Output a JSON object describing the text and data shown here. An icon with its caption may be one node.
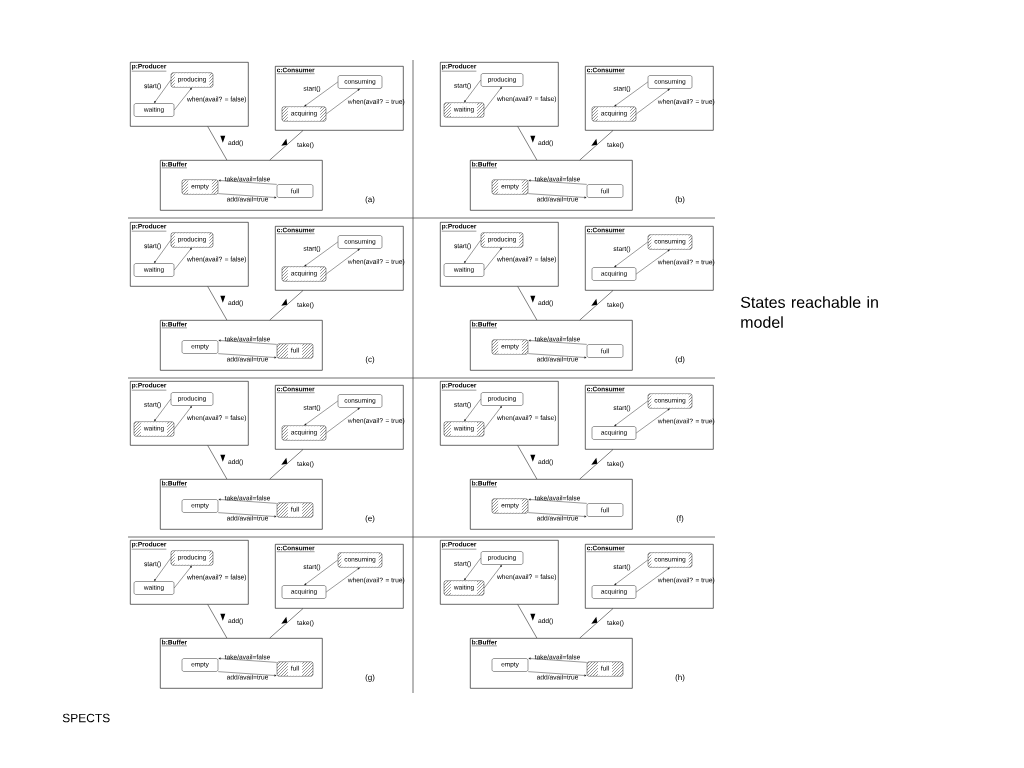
{
  "diagram": {
    "nodes": [
      {
        "text": [
          "p:Producer"
        ]
      },
      {
        "text": [
          "producing"
        ],
        "in": 0
      },
      {
        "text": [
          "waiting"
        ],
        "in": 0
      },
      {
        "text": [
          "c:Consumer"
        ]
      },
      {
        "text": [
          "consuming"
        ],
        "in": 3
      },
      {
        "text": [
          "acquiring"
        ],
        "in": 3
      },
      {
        "text": [
          "b:Buffer"
        ]
      },
      {
        "text": [
          "empty"
        ],
        "in": 6
      },
      {
        "text": [
          "full"
        ],
        "in": 6
      },
      {
        "text": [
          "p:Producer"
        ]
      },
      {
        "text": [
          "producing"
        ],
        "in": 9
      },
      {
        "text": [
          "waiting"
        ],
        "in": 9
      },
      {
        "text": [
          "c:Consumer"
        ]
      },
      {
        "text": [
          "consuming"
        ],
        "in": 12
      },
      {
        "text": [
          "acquiring"
        ],
        "in": 12
      },
      {
        "text": [
          "b:Buffer"
        ]
      },
      {
        "text": [
          "empty"
        ],
        "in": 15
      },
      {
        "text": [
          "full"
        ],
        "in": 15
      },
      {
        "text": [
          "p:Producer"
        ]
      },
      {
        "text": [
          "producing"
        ],
        "in": 18
      },
      {
        "text": [
          "waiting"
        ],
        "in": 18
      },
      {
        "text": [
          "c:Consumer"
        ]
      },
      {
        "text": [
          "consuming"
        ],
        "in": 21
      },
      {
        "text": [
          "acquiring"
        ],
        "in": 21
      },
      {
        "text": [
          "b:Buffer"
        ]
      },
      {
        "text": [
          "empty"
        ],
        "in": 24
      },
      {
        "text": [
          "full"
        ],
        "in": 24
      },
      {
        "text": [
          "p:Producer"
        ]
      },
      {
        "text": [
          "producing"
        ],
        "in": 27
      },
      {
        "text": [
          "waiting"
        ],
        "in": 27
      },
      {
        "text": [
          "c:Consumer"
        ]
      },
      {
        "text": [
          "consuming"
        ],
        "in": 30
      },
      {
        "text": [
          "acquiring"
        ],
        "in": 30
      },
      {
        "text": [
          "b:Buffer"
        ]
      },
      {
        "text": [
          "empty"
        ],
        "in": 33
      },
      {
        "text": [
          "full"
        ],
        "in": 33
      },
      {
        "text": [
          "p:Producer"
        ]
      },
      {
        "text": [
          "producing"
        ],
        "in": 36
      },
      {
        "text": [
          "waiting"
        ],
        "in": 36
      },
      {
        "text": [
          "c:Consumer"
        ]
      },
      {
        "text": [
          "consuming"
        ],
        "in": 39
      },
      {
        "text": [
          "acquiring"
        ],
        "in": 39
      },
      {
        "text": [
          "b:Buffer"
        ]
      },
      {
        "text": [
          "empty"
        ],
        "in": 42
      },
      {
        "text": [
          "full"
        ],
        "in": 42
      },
      {
        "text": [
          "p:Producer"
        ]
      },
      {
        "text": [
          "producing"
        ],
        "in": 45
      },
      {
        "text": [
          "waiting"
        ],
        "in": 45
      },
      {
        "text": [
          "c:Consumer"
        ]
      },
      {
        "text": [
          "consuming"
        ],
        "in": 48
      },
      {
        "text": [
          "acquiring"
        ],
        "in": 48
      },
      {
        "text": [
          "b:Buffer"
        ]
      },
      {
        "text": [
          "empty"
        ],
        "in": 51
      },
      {
        "text": [
          "full"
        ],
        "in": 51
      },
      {
        "text": [
          "p:Producer"
        ]
      },
      {
        "text": [
          "producing"
        ],
        "in": 54
      },
      {
        "text": [
          "waiting"
        ],
        "in": 54
      },
      {
        "text": [
          "c:Consumer"
        ]
      },
      {
        "text": [
          "consuming"
        ],
        "in": 57
      },
      {
        "text": [
          "acquiring"
        ],
        "in": 57
      },
      {
        "text": [
          "b:Buffer"
        ]
      },
      {
        "text": [
          "empty"
        ],
        "in": 60
      },
      {
        "text": [
          "full"
        ],
        "in": 60
      },
      {
        "text": [
          "p:Producer"
        ]
      },
      {
        "text": [
          "producing"
        ],
        "in": 63
      },
      {
        "text": [
          "waiting"
        ],
        "in": 63
      },
      {
        "text": [
          "c:Consumer"
        ]
      },
      {
        "text": [
          "consuming"
        ],
        "in": 66
      },
      {
        "text": [
          "acquiring"
        ],
        "in": 66
      },
      {
        "text": [
          "b:Buffer"
        ]
      },
      {
        "text": [
          "empty"
        ],
        "in": 69
      },
      {
        "text": [
          "full"
        ],
        "in": 69
      }
    ],
    "edges": [
      {
        "from": 1,
        "to": 2,
        "arrow": "to",
        "label": "start()"
      },
      {
        "from": 2,
        "to": 1,
        "arrow": "to",
        "label": "when(avail? = false)"
      },
      {
        "from": 4,
        "to": 5,
        "arrow": "to",
        "label": "start()"
      },
      {
        "from": 5,
        "to": 4,
        "arrow": "to",
        "label": "when(avail? = true)"
      },
      {
        "from": 8,
        "to": 7,
        "arrow": "to",
        "label": "take/avail=false"
      },
      {
        "from": 7,
        "to": 8,
        "arrow": "to",
        "label": "add/avail=true"
      },
      {
        "from": 0,
        "to": 6,
        "arrow": "none",
        "label": "add()"
      },
      {
        "from": 3,
        "to": 6,
        "arrow": "none",
        "label": "take()"
      },
      {
        "from": 10,
        "to": 11,
        "arrow": "to",
        "label": "start()"
      },
      {
        "from": 11,
        "to": 10,
        "arrow": "to",
        "label": "when(avail? = false)"
      },
      {
        "from": 13,
        "to": 14,
        "arrow": "to",
        "label": "start()"
      },
      {
        "from": 14,
        "to": 13,
        "arrow": "to",
        "label": "when(avail? = true)"
      },
      {
        "from": 17,
        "to": 16,
        "arrow": "to",
        "label": "take/avail=false"
      },
      {
        "from": 16,
        "to": 17,
        "arrow": "to",
        "label": "add/avail=true"
      },
      {
        "from": 9,
        "to": 15,
        "arrow": "none",
        "label": "add()"
      },
      {
        "from": 12,
        "to": 15,
        "arrow": "none",
        "label": "take()"
      },
      {
        "from": 19,
        "to": 20,
        "arrow": "to",
        "label": "start()"
      },
      {
        "from": 20,
        "to": 19,
        "arrow": "to",
        "label": "when(avail? = false)"
      },
      {
        "from": 22,
        "to": 23,
        "arrow": "to",
        "label": "start()"
      },
      {
        "from": 23,
        "to": 22,
        "arrow": "to",
        "label": "when(avail? = true)"
      },
      {
        "from": 26,
        "to": 25,
        "arrow": "to",
        "label": "take/avail=false"
      },
      {
        "from": 25,
        "to": 26,
        "arrow": "to",
        "label": "add/avail=true"
      },
      {
        "from": 18,
        "to": 24,
        "arrow": "none",
        "label": "add()"
      },
      {
        "from": 21,
        "to": 24,
        "arrow": "none",
        "label": "take()"
      },
      {
        "from": 28,
        "to": 29,
        "arrow": "to",
        "label": "start()"
      },
      {
        "from": 29,
        "to": 28,
        "arrow": "to",
        "label": "when(avail? = false)"
      },
      {
        "from": 31,
        "to": 32,
        "arrow": "to",
        "label": "start()"
      },
      {
        "from": 32,
        "to": 31,
        "arrow": "to",
        "label": "when(avail? = true)"
      },
      {
        "from": 35,
        "to": 34,
        "arrow": "to",
        "label": "take/avail=false"
      },
      {
        "from": 34,
        "to": 35,
        "arrow": "to",
        "label": "add/avail=true"
      },
      {
        "from": 27,
        "to": 33,
        "arrow": "none",
        "label": "add()"
      },
      {
        "from": 30,
        "to": 33,
        "arrow": "none",
        "label": "take()"
      },
      {
        "from": 37,
        "to": 38,
        "arrow": "to",
        "label": "start()"
      },
      {
        "from": 38,
        "to": 37,
        "arrow": "to",
        "label": "when(avail? = false)"
      },
      {
        "from": 40,
        "to": 41,
        "arrow": "to",
        "label": "start()"
      },
      {
        "from": 41,
        "to": 40,
        "arrow": "to",
        "label": "when(avail? = true)"
      },
      {
        "from": 44,
        "to": 43,
        "arrow": "to",
        "label": "take/avail=false"
      },
      {
        "from": 43,
        "to": 44,
        "arrow": "to",
        "label": "add/avail=true"
      },
      {
        "from": 36,
        "to": 42,
        "arrow": "none",
        "label": "add()"
      },
      {
        "from": 39,
        "to": 42,
        "arrow": "none",
        "label": "take()"
      },
      {
        "from": 46,
        "to": 47,
        "arrow": "to",
        "label": "start()"
      },
      {
        "from": 47,
        "to": 46,
        "arrow": "to",
        "label": "when(avail? = false)"
      },
      {
        "from": 49,
        "to": 50,
        "arrow": "to",
        "label": "start()"
      },
      {
        "from": 50,
        "to": 49,
        "arrow": "to",
        "label": "when(avail? = true)"
      },
      {
        "from": 53,
        "to": 52,
        "arrow": "to",
        "label": "take/avail=false"
      },
      {
        "from": 52,
        "to": 53,
        "arrow": "to",
        "label": "add/avail=true"
      },
      {
        "from": 45,
        "to": 51,
        "arrow": "none",
        "label": "add()"
      },
      {
        "from": 48,
        "to": 51,
        "arrow": "none",
        "label": "take()"
      },
      {
        "from": 55,
        "to": 56,
        "arrow": "to",
        "label": "start()"
      },
      {
        "from": 56,
        "to": 55,
        "arrow": "to",
        "label": "when(avail? = false)"
      },
      {
        "from": 58,
        "to": 59,
        "arrow": "to",
        "label": "start()"
      },
      {
        "from": 59,
        "to": 58,
        "arrow": "to",
        "label": "when(avail? = true)"
      },
      {
        "from": 62,
        "to": 61,
        "arrow": "to",
        "label": "take/avail=false"
      },
      {
        "from": 61,
        "to": 62,
        "arrow": "to",
        "label": "add/avail=true"
      },
      {
        "from": 54,
        "to": 60,
        "arrow": "none",
        "label": "add()"
      },
      {
        "from": 57,
        "to": 60,
        "arrow": "none",
        "label": "take()"
      },
      {
        "from": 64,
        "to": 65,
        "arrow": "to",
        "label": "start()"
      },
      {
        "from": 65,
        "to": 64,
        "arrow": "to",
        "label": "when(avail? = false)"
      },
      {
        "from": 67,
        "to": 68,
        "arrow": "to",
        "label": "start()"
      },
      {
        "from": 68,
        "to": 67,
        "arrow": "to",
        "label": "when(avail? = true)"
      },
      {
        "from": 71,
        "to": 70,
        "arrow": "to",
        "label": "take/avail=false"
      },
      {
        "from": 70,
        "to": 71,
        "arrow": "to",
        "label": "add/avail=true"
      },
      {
        "from": 63,
        "to": 69,
        "arrow": "none",
        "label": "add()"
      },
      {
        "from": 66,
        "to": 69,
        "arrow": "none",
        "label": "take()"
      }
    ],
    "labels": [
      "(a)",
      "(b)",
      "(c)",
      "(d)",
      "(e)",
      "(f)",
      "(g)",
      "(h)",
      "States reachable in model",
      "SPECTS"
    ]
  }
}
